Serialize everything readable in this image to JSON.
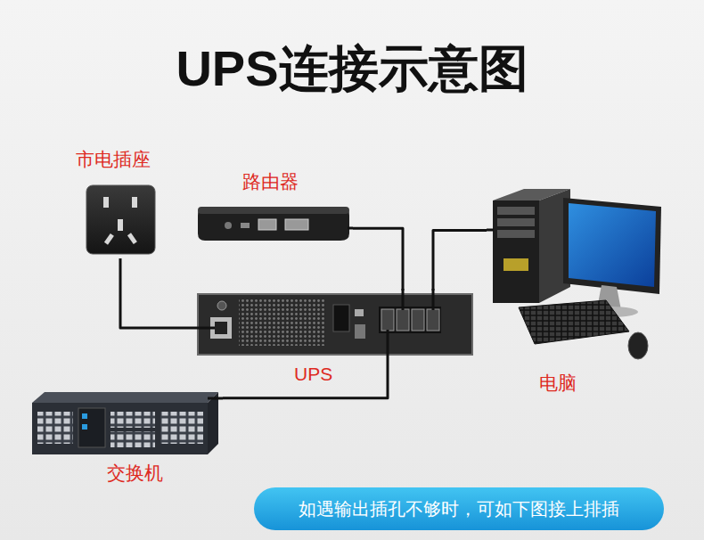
{
  "diagram": {
    "title": "UPS连接示意图",
    "nodes": [
      {
        "text": [
          "市电插座"
        ]
      },
      {
        "text": [
          "路由器"
        ]
      },
      {
        "text": [
          "UPS"
        ]
      },
      {
        "text": [
          "电脑"
        ]
      },
      {
        "text": [
          "交换机"
        ]
      },
      {
        "text": [
          "如遇输出插孔不够时，可如下图接上排插"
        ]
      }
    ],
    "edges": [
      {
        "from": 0,
        "to": 2,
        "arrow": "none"
      },
      {
        "from": 1,
        "to": 2,
        "arrow": "none"
      },
      {
        "from": 3,
        "to": 2,
        "arrow": "none"
      },
      {
        "from": 4,
        "to": 2,
        "arrow": "none"
      }
    ]
  }
}
